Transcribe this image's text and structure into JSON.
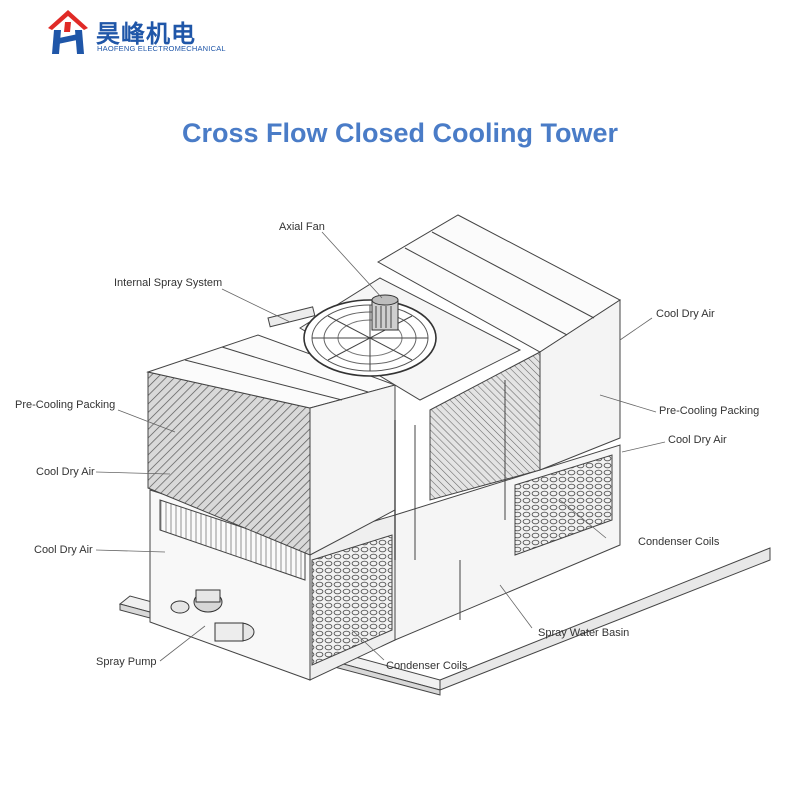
{
  "logo": {
    "text_cn": "昊峰机电",
    "text_en": "HAOFENG ELECTROMECHANICAL",
    "colors": {
      "red": "#e02a26",
      "blue": "#1f56a8"
    }
  },
  "title": "Cross Flow Closed Cooling Tower",
  "title_color": "#4a7cc7",
  "labels": {
    "axial_fan": "Axial Fan",
    "internal_spray_system": "Internal Spray System",
    "pre_cooling_packing_left": "Pre-Cooling Packing",
    "cool_dry_air_left_1": "Cool Dry Air",
    "cool_dry_air_left_2": "Cool Dry Air",
    "spray_pump": "Spray Pump",
    "condenser_coils_bottom": "Condenser Coils",
    "spray_water_basin": "Spray Water Basin",
    "condenser_coils_right": "Condenser Coils",
    "cool_dry_air_right_top": "Cool Dry Air",
    "pre_cooling_packing_right": "Pre-Cooling Packing",
    "cool_dry_air_right_mid": "Cool Dry Air"
  }
}
